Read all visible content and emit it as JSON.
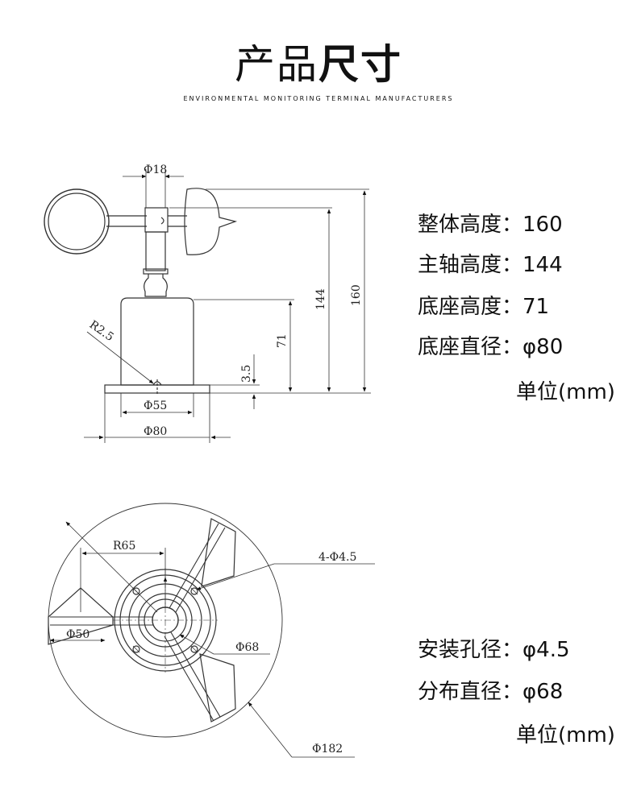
{
  "header": {
    "title_light": "产品",
    "title_bold": "尺寸",
    "subtitle": "ENVIRONMENTAL MONITORING TERMINAL MANUFACTURERS"
  },
  "side_view": {
    "labels": {
      "shaft_dia": "Φ18",
      "total_height": "160",
      "shaft_height": "144",
      "base_height": "71",
      "radius": "R2.5",
      "step": "3.5",
      "inner_dia": "Φ55",
      "base_dia": "Φ80"
    }
  },
  "specs_side": [
    {
      "label": "整体高度：",
      "value": "160"
    },
    {
      "label": "主轴高度：",
      "value": "144"
    },
    {
      "label": "底座高度：",
      "value": "71"
    },
    {
      "label": "底座直径：",
      "value": "φ80"
    }
  ],
  "unit_side": "单位(mm)",
  "top_view": {
    "labels": {
      "radius": "R65",
      "holes": "4-Φ4.5",
      "cup_dia": "Φ50",
      "pitch_dia": "Φ68",
      "sweep_dia": "Φ182"
    }
  },
  "specs_top": [
    {
      "label": "安装孔径：",
      "value": "φ4.5"
    },
    {
      "label": "分布直径：",
      "value": "φ68"
    }
  ],
  "unit_top": "单位(mm)"
}
